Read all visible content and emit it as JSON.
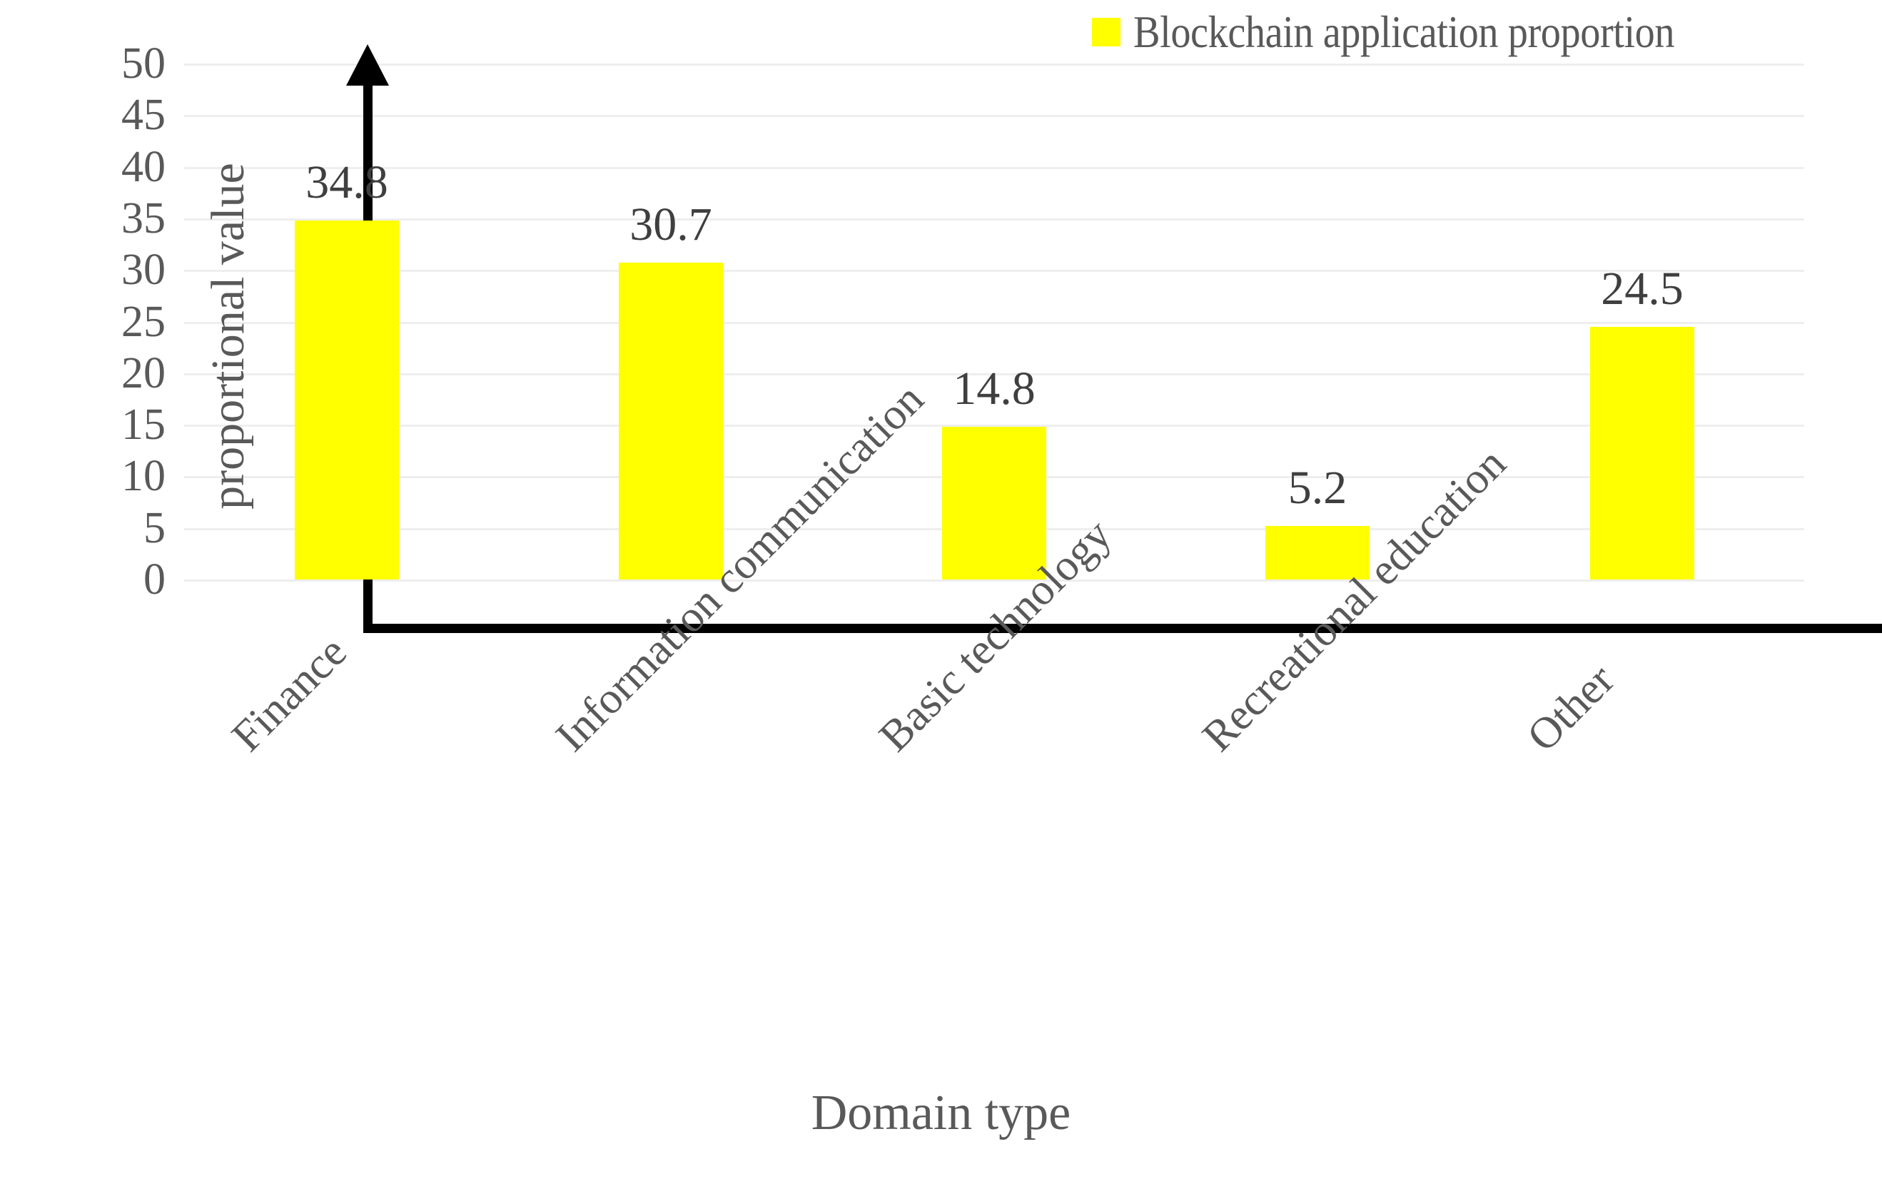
{
  "chart_data": {
    "type": "bar",
    "title": "",
    "xlabel": "Domain type",
    "ylabel": "proportional value",
    "categories": [
      "Finance",
      "Information communication",
      "Basic technology",
      "Recreational education",
      "Other"
    ],
    "values": [
      34.8,
      30.7,
      14.8,
      5.2,
      24.5
    ],
    "data_labels": [
      "34.8",
      "30.7",
      "14.8",
      "5.2",
      "24.5"
    ],
    "series": [
      {
        "name": "Blockchain application proportion",
        "color": "#FFFF00",
        "values": [
          34.8,
          30.7,
          14.8,
          5.2,
          24.5
        ]
      }
    ],
    "ylim": [
      0,
      50
    ],
    "ytick_values": [
      50,
      45,
      40,
      35,
      30,
      25,
      20,
      15,
      10,
      5,
      0
    ],
    "ytick_labels": [
      "50",
      "45",
      "40",
      "35",
      "30",
      "25",
      "20",
      "15",
      "10",
      "5",
      "0"
    ],
    "grid": true,
    "grid_axis": "y",
    "legend": {
      "position": "top-right",
      "entries": [
        {
          "label": "Blockchain application proportion",
          "color": "#FFFF00",
          "marker": "square"
        }
      ]
    },
    "xtick_rotation": -45,
    "colors": {
      "bar": "#FFFF00",
      "axis": "#000000",
      "gridline": "#EEEEEE",
      "text": "#595959",
      "data_label_text": "#3F3F3F",
      "background": "#FFFFFF"
    }
  },
  "axes": {
    "y_title": "proportional value",
    "x_title": "Domain type"
  },
  "legend": {
    "label": "Blockchain application proportion"
  }
}
